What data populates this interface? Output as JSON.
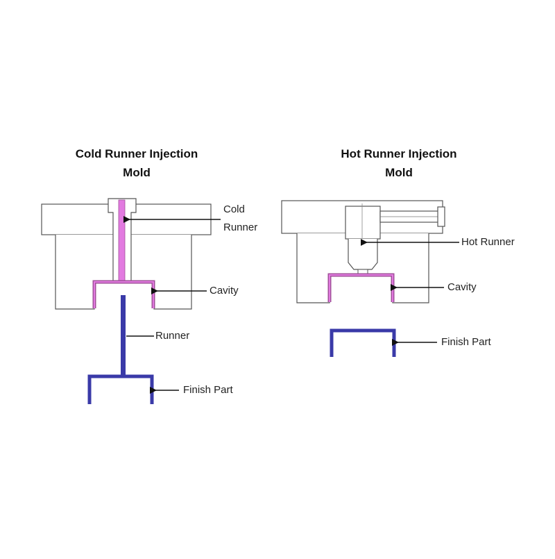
{
  "cold_mold": {
    "title_line1": "Cold Runner Injection",
    "title_line2": "Mold",
    "label_runner_line1": "Cold",
    "label_runner_line2": "Runner",
    "label_cavity": "Cavity",
    "label_sprue": "Runner",
    "label_part": "Finish Part"
  },
  "hot_mold": {
    "title_line1": "Hot Runner Injection",
    "title_line2": "Mold",
    "label_runner": "Hot Runner",
    "label_cavity": "Cavity",
    "label_part": "Finish Part"
  },
  "colors": {
    "outline": "#555555",
    "melt_pink": "#e27ae0",
    "cavity_purple": "#a0509a",
    "part_blue": "#3a3aa8",
    "arrow": "#111111"
  }
}
